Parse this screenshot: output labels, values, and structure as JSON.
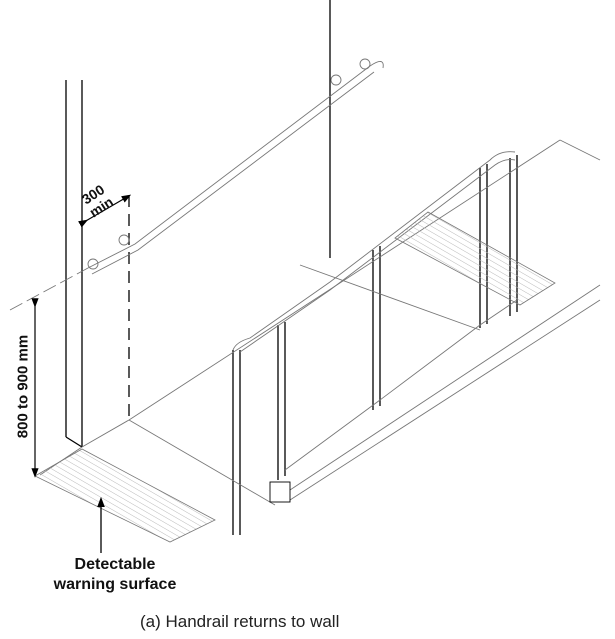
{
  "labels": {
    "warning_surface": [
      "Detectable",
      "warning surface"
    ],
    "height_dimension": "800 to 900 mm",
    "clearance_dimension": [
      "300",
      "min"
    ],
    "caption": "(a)  Handrail returns to wall"
  }
}
